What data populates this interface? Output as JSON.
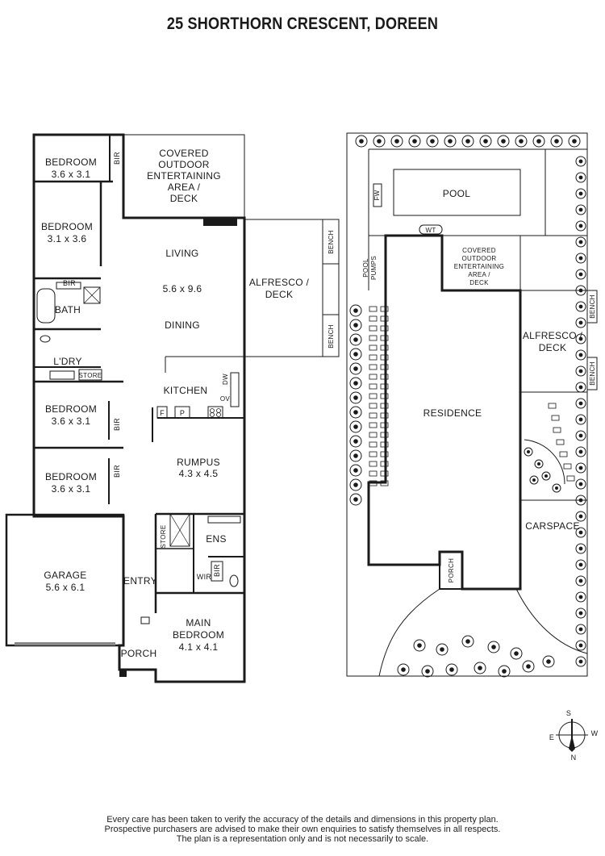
{
  "title": "25 SHORTHORN CRESCENT, DOREEN",
  "floor_plan": {
    "rooms": {
      "bedroom_1": {
        "name": "BEDROOM",
        "size": "3.6 x 3.1"
      },
      "bedroom_2": {
        "name": "BEDROOM",
        "size": "3.1 x 3.6"
      },
      "bedroom_3": {
        "name": "BEDROOM",
        "size": "3.6 x 3.1"
      },
      "bedroom_4": {
        "name": "BEDROOM",
        "size": "3.6 x 3.1"
      },
      "covered_outdoor": [
        "COVERED",
        "OUTDOOR",
        "ENTERTAINING",
        "AREA /",
        "DECK"
      ],
      "living": {
        "name": "LIVING",
        "size": "5.6 x 9.6"
      },
      "dining": "DINING",
      "alfresco": [
        "ALFRESCO /",
        "DECK"
      ],
      "bath": "BATH",
      "laundry": "L'DRY",
      "kitchen": "KITCHEN",
      "rumpus": {
        "name": "RUMPUS",
        "size": "4.3 x 4.5"
      },
      "garage": {
        "name": "GARAGE",
        "size": "5.6 x 6.1"
      },
      "entry": "ENTRY",
      "porch": "PORCH",
      "ensuite": "ENS",
      "main_bedroom": {
        "name": "MAIN",
        "name2": "BEDROOM",
        "size": "4.1 x 4.1"
      }
    },
    "fixtures": {
      "bir": "BIR",
      "store": "STORE",
      "wir": "WIR",
      "bench": "BENCH",
      "dw": "DW",
      "ov": "OV",
      "fridge": "F",
      "pantry": "P"
    }
  },
  "site_plan": {
    "labels": {
      "pool": "POOL",
      "fw": "FW",
      "wt": "WT",
      "pool_pumps": [
        "POOL",
        "PUMPS"
      ],
      "covered_outdoor": [
        "COVERED",
        "OUTDOOR",
        "ENTERTAINING",
        "AREA /",
        "DECK"
      ],
      "residence": "RESIDENCE",
      "alfresco": [
        "ALFRESCO /",
        "DECK"
      ],
      "bench": "BENCH",
      "carspace": "CARSPACE",
      "porch": "PORCH"
    }
  },
  "compass": {
    "s": "S",
    "e": "E",
    "w": "W",
    "n": "N"
  },
  "disclaimer": [
    "Every care has been taken to verify the accuracy of the details and dimensions in this property plan.",
    "Prospective purchasers are advised to make their own enquiries to satisfy themselves in all respects.",
    "The plan is a representation only and is not necessarily to scale."
  ]
}
